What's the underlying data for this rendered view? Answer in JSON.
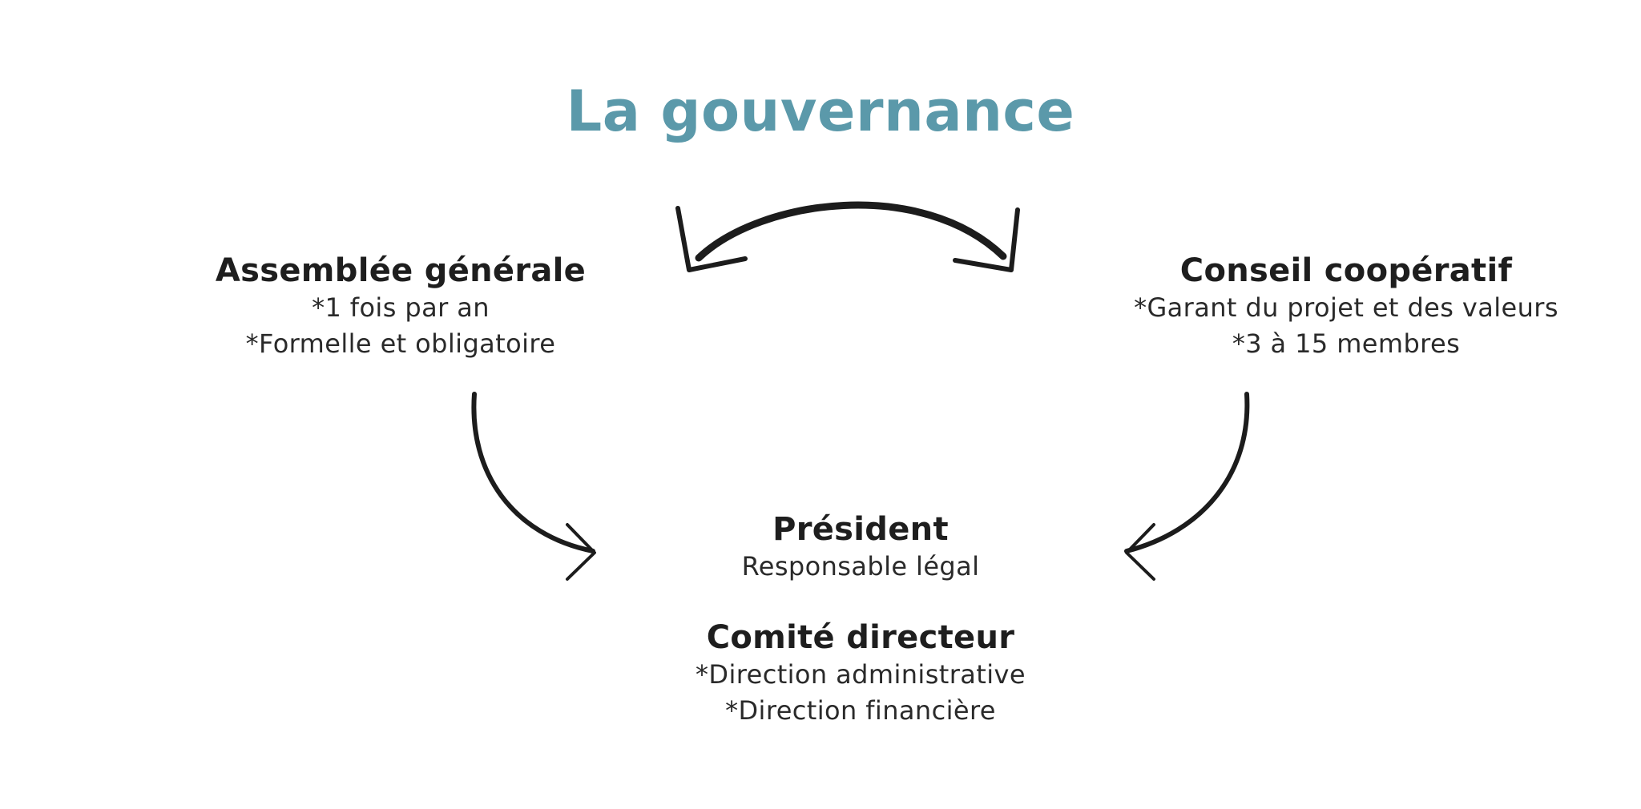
{
  "title": "La gouvernance",
  "colors": {
    "title": "#5b99aa",
    "text": "#1e1e1e",
    "arrows": "#1c1c1c"
  },
  "nodes": {
    "assemblee": {
      "title": "Assemblée générale",
      "lines": [
        "*1 fois par an",
        "*Formelle et obligatoire"
      ]
    },
    "conseil": {
      "title": "Conseil coopératif",
      "lines": [
        "*Garant du projet et des valeurs",
        "*3 à 15 membres"
      ]
    },
    "president": {
      "title": "Président",
      "lines": [
        "Responsable légal"
      ]
    },
    "comite": {
      "title": "Comité directeur",
      "lines": [
        "*Direction administrative",
        "*Direction financière"
      ]
    }
  },
  "arrows": [
    {
      "from": "assemblee",
      "to": "conseil",
      "style": "double-headed curved arrow"
    },
    {
      "from": "assemblee",
      "to": "president",
      "style": "curved arrow"
    },
    {
      "from": "conseil",
      "to": "president",
      "style": "curved arrow"
    }
  ]
}
